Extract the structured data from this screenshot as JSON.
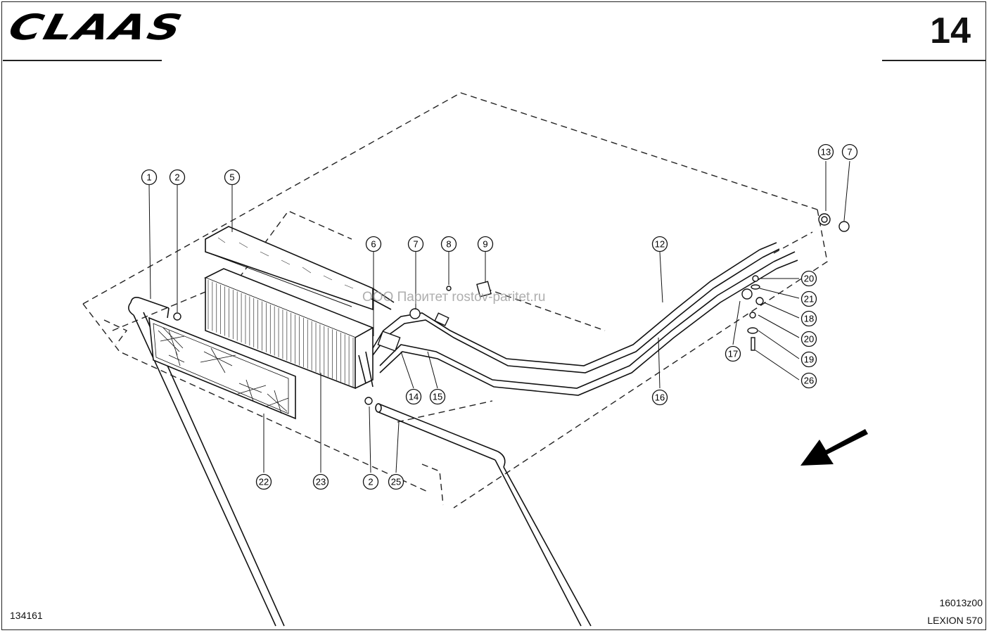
{
  "header": {
    "brand": "CLAAS",
    "page_number": "14"
  },
  "footer": {
    "drawing_ref": "134161",
    "part_ref": "16013z00",
    "model": "LEXION 570"
  },
  "watermark": "ООО Паритет rostov-paritet.ru",
  "callouts": [
    "1",
    "2",
    "5",
    "6",
    "7",
    "8",
    "9",
    "12",
    "13",
    "7",
    "20",
    "21",
    "18",
    "20",
    "19",
    "26",
    "17",
    "16",
    "14",
    "15",
    "22",
    "23",
    "2",
    "25"
  ],
  "colors": {
    "ink": "#111111",
    "background": "#ffffff",
    "watermark": "#9a9a9a"
  },
  "icons": {
    "direction": "arrow-icon"
  }
}
